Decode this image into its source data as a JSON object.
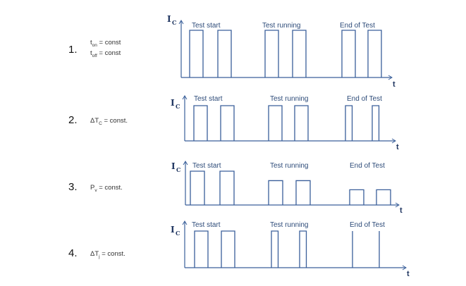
{
  "axis": {
    "y_label_main": "I",
    "y_label_sub": "C",
    "x_label": "t"
  },
  "phases": [
    "Test start",
    "Test running",
    "End of Test"
  ],
  "rows": [
    {
      "number": "1.",
      "condition_lines": [
        {
          "base": "t",
          "sub": "on",
          "rest": " = const"
        },
        {
          "base": "t",
          "sub": "off",
          "rest": " = const"
        }
      ],
      "pulses": [
        {
          "phase": 0,
          "width": "wide",
          "height": "full"
        },
        {
          "phase": 0,
          "width": "wide",
          "height": "full"
        },
        {
          "phase": 1,
          "width": "wide",
          "height": "full"
        },
        {
          "phase": 1,
          "width": "wide",
          "height": "full"
        },
        {
          "phase": 2,
          "width": "wide",
          "height": "full"
        },
        {
          "phase": 2,
          "width": "wide",
          "height": "full"
        }
      ]
    },
    {
      "number": "2.",
      "condition_lines": [
        {
          "base": "ΔT",
          "sub": "C",
          "rest": " = const."
        }
      ],
      "pulses": [
        {
          "phase": 0,
          "width": "wide",
          "height": "full"
        },
        {
          "phase": 0,
          "width": "wide",
          "height": "full"
        },
        {
          "phase": 1,
          "width": "wide",
          "height": "full"
        },
        {
          "phase": 1,
          "width": "wide",
          "height": "full"
        },
        {
          "phase": 2,
          "width": "narrow",
          "height": "full"
        },
        {
          "phase": 2,
          "width": "narrow",
          "height": "full"
        }
      ]
    },
    {
      "number": "3.",
      "condition_lines": [
        {
          "base": "P",
          "sub": "v",
          "rest": " = const."
        }
      ],
      "pulses": [
        {
          "phase": 0,
          "width": "wide",
          "height": "full"
        },
        {
          "phase": 0,
          "width": "wide",
          "height": "full"
        },
        {
          "phase": 1,
          "width": "wide",
          "height": "reduced"
        },
        {
          "phase": 1,
          "width": "wide",
          "height": "reduced"
        },
        {
          "phase": 2,
          "width": "wide",
          "height": "low"
        },
        {
          "phase": 2,
          "width": "wide",
          "height": "low"
        }
      ]
    },
    {
      "number": "4.",
      "condition_lines": [
        {
          "base": "ΔT",
          "sub": "j",
          "rest": " = const."
        }
      ],
      "pulses": [
        {
          "phase": 0,
          "width": "wide",
          "height": "full"
        },
        {
          "phase": 0,
          "width": "wide",
          "height": "full"
        },
        {
          "phase": 1,
          "width": "narrow",
          "height": "full"
        },
        {
          "phase": 1,
          "width": "narrow",
          "height": "full"
        },
        {
          "phase": 2,
          "width": "line",
          "height": "full"
        },
        {
          "phase": 2,
          "width": "line",
          "height": "full"
        }
      ]
    }
  ]
}
